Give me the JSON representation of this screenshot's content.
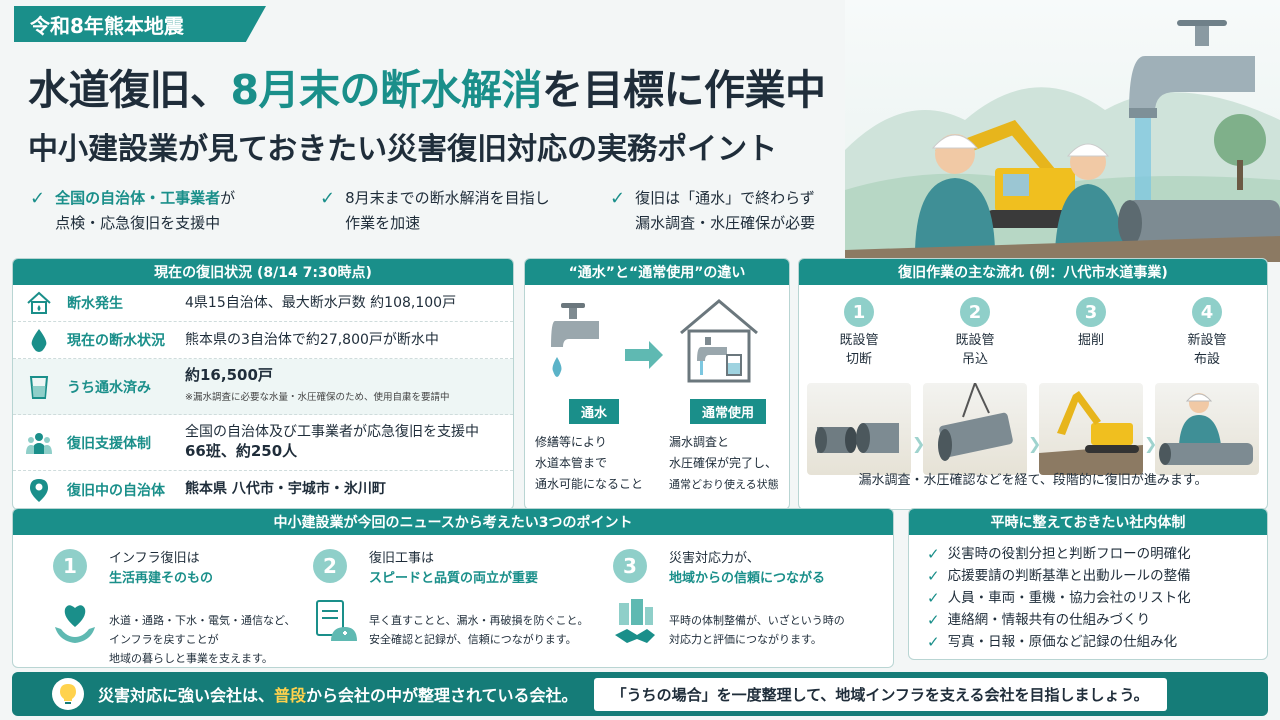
{
  "header": {
    "tag": "令和8年熊本地震",
    "title_pre": "水道復旧、",
    "title_hl": "8月末の断水解消",
    "title_post": "を目標に作業中",
    "subtitle": "中小建設業が見ておきたい災害復旧対応の実務ポイント"
  },
  "checks": [
    {
      "line1_hl": "全国の自治体・工事業者",
      "line1_rest": "が",
      "line2": "点検・応急復旧を支援中"
    },
    {
      "line1_hl": "",
      "line1_rest": "8月末までの断水解消を目指し",
      "line2": "作業を加速"
    },
    {
      "line1_hl": "",
      "line1_rest": "復旧は「通水」で終わらず",
      "line2": "漏水調査・水圧確保が必要"
    }
  ],
  "status": {
    "title": "現在の復旧状況 (8/14 7:30時点)",
    "rows": [
      {
        "icon": "house-icon",
        "label": "断水発生",
        "value": "4県15自治体、最大断水戸数 約108,100戸",
        "note": ""
      },
      {
        "icon": "water-drop-icon",
        "label": "現在の断水状況",
        "value": "熊本県の3自治体で約27,800戸が断水中",
        "note": ""
      },
      {
        "icon": "glass-icon",
        "label": "うち通水済み",
        "value": "約16,500戸",
        "note": "※漏水調査に必要な水量・水圧確保のため、使用自粛を要請中"
      },
      {
        "icon": "people-icon",
        "label": "復旧支援体制",
        "value": "全国の自治体及び工事業者が応急復旧を支援中",
        "value2": "66班、約250人",
        "note": ""
      },
      {
        "icon": "location-pin-icon",
        "label": "復旧中の自治体",
        "value": "熊本県 八代市・宇城市・氷川町",
        "note": ""
      }
    ]
  },
  "compare": {
    "title": "“通水”と“通常使用”の違い",
    "left": {
      "badge": "通水",
      "lines": [
        "修繕等により",
        "水道本管まで",
        "通水可能になること"
      ]
    },
    "right": {
      "badge": "通常使用",
      "lines": [
        "漏水調査と",
        "水圧確保が完了し、",
        "通常どおり使える状態"
      ]
    }
  },
  "flow": {
    "title": "復旧作業の主な流れ (例：八代市水道事業)",
    "steps": [
      {
        "num": "1",
        "line1": "既設管",
        "line2": "切断"
      },
      {
        "num": "2",
        "line1": "既設管",
        "line2": "吊込"
      },
      {
        "num": "3",
        "line1": "掘削",
        "line2": ""
      },
      {
        "num": "4",
        "line1": "新設管",
        "line2": "布設"
      }
    ],
    "note": "漏水調査・水圧確認などを経て、段階的に復旧が進みます。"
  },
  "points": {
    "title": "中小建設業が今回のニュースから考えたい3つのポイント",
    "items": [
      {
        "num": "1",
        "title1": "インフラ復旧は",
        "title2": "生活再建そのもの",
        "desc": [
          "水道・通路・下水・電気・通信など、",
          "インフラを戻すことが",
          "地域の暮らしと事業を支えます。"
        ]
      },
      {
        "num": "2",
        "title1": "復旧工事は",
        "title2": "スピードと品質の両立が重要",
        "desc": [
          "早く直すことと、漏水・再破損を防ぐこと。",
          "安全確認と記録が、信頼につながります。"
        ]
      },
      {
        "num": "3",
        "title1": "災害対応力が、",
        "title2": "地域からの信頼につながる",
        "desc": [
          "平時の体制整備が、いざという時の",
          "対応力と評価につながります。"
        ]
      }
    ]
  },
  "system": {
    "title": "平時に整えておきたい社内体制",
    "items": [
      "災害時の役割分担と判断フローの明確化",
      "応援要請の判断基準と出動ルールの整備",
      "人員・車両・重機・協力会社のリスト化",
      "連絡網・情報共有の仕組みづくり",
      "写真・日報・原価など記録の仕組み化"
    ]
  },
  "footer": {
    "left_pre": "災害対応に強い会社は、",
    "left_hl": "普段",
    "left_post": "から会社の中が整理されている会社。",
    "right": "「うちの場合」を一度整理して、地域インフラを支える会社を目指しましょう。"
  },
  "colors": {
    "accent": "#1a8f8a",
    "accent_light": "#8fcfc9",
    "highlight": "#ffd24d"
  }
}
